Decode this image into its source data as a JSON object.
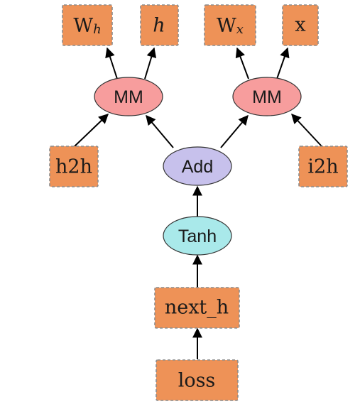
{
  "nodes": {
    "Wh": {
      "text": "W",
      "sub": "h"
    },
    "h": {
      "text": "h"
    },
    "Wx": {
      "text": "W",
      "sub": "x"
    },
    "x": {
      "text": "x"
    },
    "mm_left": {
      "text": "MM"
    },
    "mm_right": {
      "text": "MM"
    },
    "h2h": {
      "text": "h2h"
    },
    "add": {
      "text": "Add"
    },
    "i2h": {
      "text": "i2h"
    },
    "tanh": {
      "text": "Tanh"
    },
    "next_h": {
      "text": "next_h"
    },
    "loss": {
      "text": "loss"
    }
  },
  "colors": {
    "tensor": "#ee9257",
    "mm": "#f79d9d",
    "add": "#c7c1ec",
    "tanh": "#a9e9ea"
  }
}
